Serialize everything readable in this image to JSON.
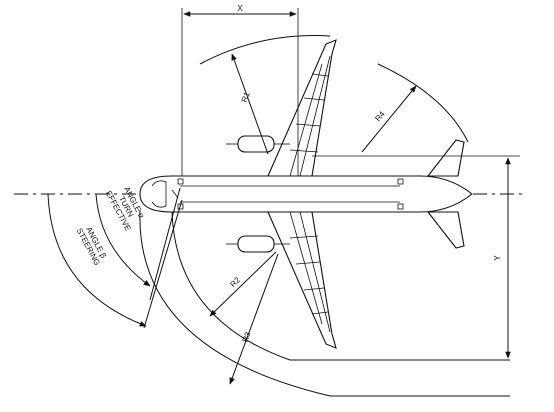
{
  "diagram": {
    "dimension_labels": {
      "x": "X",
      "y": "Y",
      "r1": "R1",
      "r2": "R2",
      "r3": "R3",
      "r4": "R4"
    },
    "effective_turn_angle": {
      "line1": "EFFECTIVE",
      "line2": "TURN",
      "line3": "ANGLE α"
    },
    "steering_angle": {
      "line1": "STEERING",
      "line2": "ANGLE β"
    }
  }
}
